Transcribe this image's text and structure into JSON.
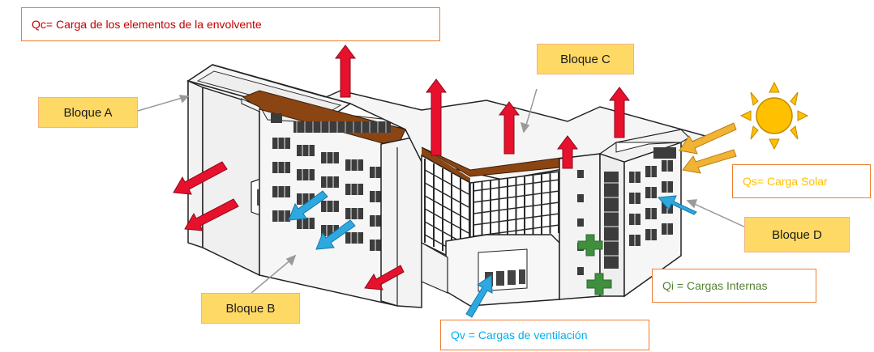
{
  "labels": {
    "qc": "Qc= Carga de los elementos de la envolvente",
    "qs": "Qs= Carga Solar",
    "qi": "Qi = Cargas Internas",
    "qv": "Qv = Cargas de ventilación",
    "bloque_a": "Bloque A",
    "bloque_b": "Bloque B",
    "bloque_c": "Bloque C",
    "bloque_d": "Bloque D"
  },
  "colors": {
    "qc_text": "#c00000",
    "qs_text": "#ffc000",
    "qi_text": "#548235",
    "qv_text": "#00b0f0",
    "block_fill": "#ffd966",
    "label_border": "#ed7d31",
    "heat_arrow": "#e8112d",
    "cool_arrow": "#2ea8e0",
    "solar_arrow": "#f2b233",
    "sun": "#ffc000",
    "wood_band": "#8b4513",
    "internal_cross": "#3f8f3f"
  },
  "icons": [
    "sun-icon",
    "internal-load-cross-icon"
  ]
}
